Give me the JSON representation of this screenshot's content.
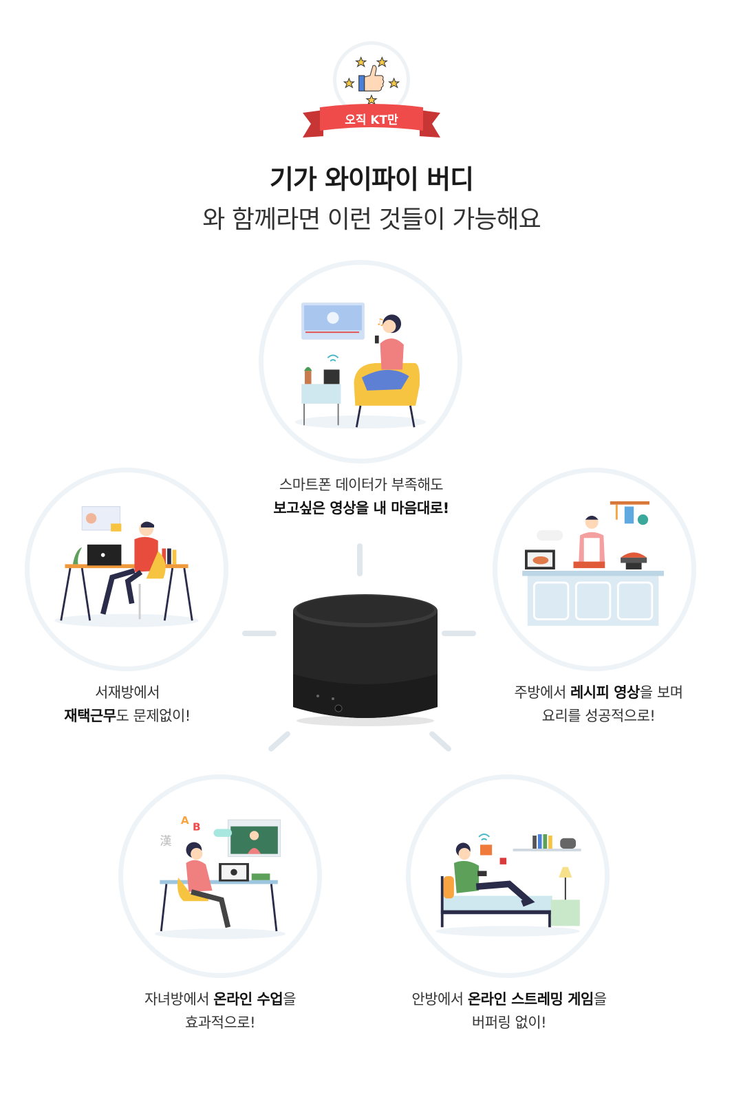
{
  "badge": {
    "label": "오직 KT만",
    "ribbon_color": "#ef4b4b",
    "icon": "thumbs-up-icon"
  },
  "headline": {
    "title": "기가 와이파이 버디",
    "subtitle": "와 함께라면 이런 것들이 가능해요",
    "highlight_color": "#9ee6d8"
  },
  "scenes": {
    "living": {
      "line1": "스마트폰 데이터가 부족해도",
      "line2": "보고싶은 영상을 내 마음대로!"
    },
    "study": {
      "line1": "서재방에서",
      "line2_bold": "재택근무",
      "line2_rest": "도 문제없이!"
    },
    "kitchen": {
      "line1_pre": "주방에서 ",
      "line1_bold": "레시피 영상",
      "line1_post": "을 보며",
      "line2": "요리를 성공적으로!"
    },
    "kids": {
      "line1_pre": "자녀방에서 ",
      "line1_bold": "온라인 수업",
      "line1_post": "을",
      "line2": "효과적으로!"
    },
    "bedroom": {
      "line1_pre": "안방에서 ",
      "line1_bold": "온라인 스트레밍 게임",
      "line1_post": "을",
      "line2": "버퍼링 없이!"
    }
  }
}
